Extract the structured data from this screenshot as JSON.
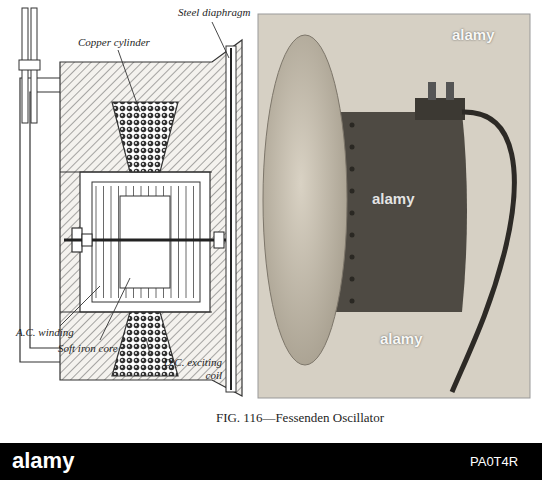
{
  "diagram": {
    "caption": "FIG. 116—Fessenden Oscillator",
    "labels": [
      "Steel diaphragm",
      "Copper cylinder",
      "A.C. winding",
      "Soft iron core",
      "D.C. exciting coil",
      "alamy",
      "alamy",
      "alamy",
      "alamy",
      "PA0T4R"
    ]
  }
}
